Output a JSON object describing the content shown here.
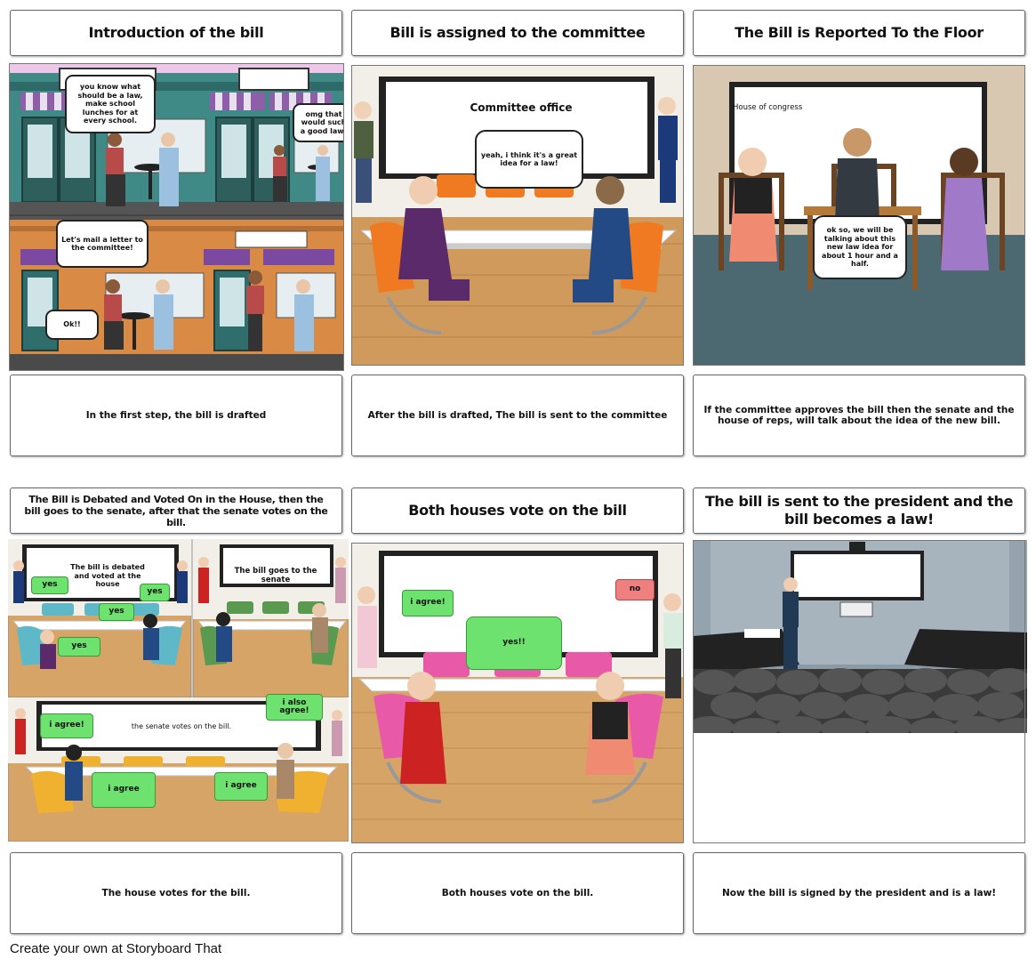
{
  "cells": [
    {
      "title": "Introduction of the bill",
      "description": "In the first step, the bill is drafted"
    },
    {
      "title": "Bill is assigned to the committee",
      "description": "After the bill is drafted, The bill is sent to the committee"
    },
    {
      "title": "The Bill is Reported To the Floor",
      "description": "If the committee approves the bill then the senate and the house of reps, will talk about the idea of the new bill."
    },
    {
      "title": "The Bill is Debated and Voted On in the House, then the bill goes to the senate, after that the senate votes on the bill.",
      "description": "The house votes for the bill."
    },
    {
      "title": "Both houses vote on the bill",
      "description": "Both houses vote on the bill."
    },
    {
      "title": "The bill is sent to the president and the bill becomes a law!",
      "description": "Now the bill is signed by the president and is a law!"
    }
  ],
  "scenes": {
    "s1": {
      "bubble_a": "you know what should be a law, make school lunches for at every school.",
      "bubble_b": "omg that would such a good law!",
      "bubble_c": "Let's mail a letter to the committee!",
      "bubble_d": "Ok!!"
    },
    "s2": {
      "sign": "Committee office",
      "bubble": "yeah, i think it's a great idea for a law!"
    },
    "s3": {
      "sign": "House of congress",
      "bubble": "ok so, we will be talking about this new law idea for about 1 hour and a half."
    },
    "s4": {
      "sign_a": "The bill is debated and voted at the house",
      "sign_b": "The bill goes to the senate",
      "sign_c": "the senate votes on the bill.",
      "yes_1": "yes",
      "yes_2": "yes",
      "yes_3": "yes",
      "yes_4": "yes",
      "agree_1": "i agree!",
      "agree_2": "i agree",
      "agree_3": "i agree",
      "also_agree": "i also agree!"
    },
    "s5": {
      "agree": "i agree!",
      "no": "no",
      "yes": "yes!!"
    }
  },
  "footer": "Create your own at Storyboard That",
  "colors": {
    "accent_green": "#6ee26e",
    "accent_red": "#f08080",
    "border": "#666666"
  }
}
